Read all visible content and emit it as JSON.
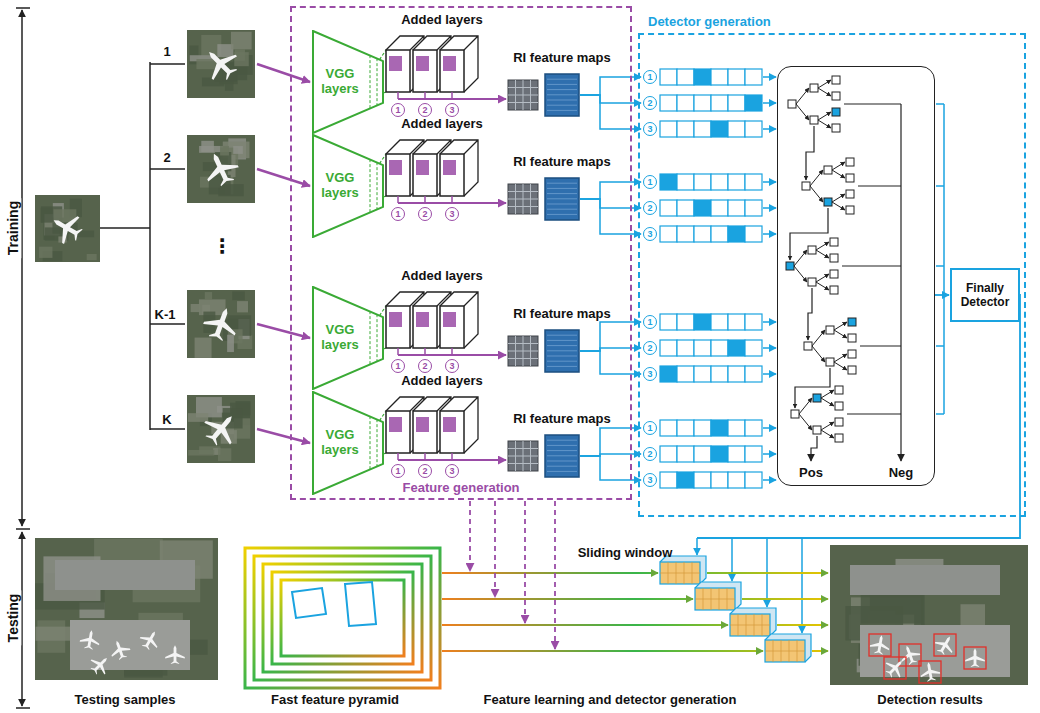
{
  "diagram": {
    "nodes": [
      {
        "text": [
          "Feature generation"
        ]
      },
      {
        "text": [
          "VGG layers"
        ],
        "in": 0
      },
      {
        "text": [
          "VGG layers"
        ],
        "in": 0
      },
      {
        "text": [
          "VGG layers"
        ],
        "in": 0
      },
      {
        "text": [
          "VGG layers"
        ],
        "in": 0
      },
      {
        "text": [
          "Detector generation"
        ]
      },
      {
        "text": [
          "Pos",
          "Neg"
        ],
        "in": 5
      },
      {
        "text": [
          "Finally Detector"
        ],
        "in": 5
      }
    ],
    "edges": [
      {
        "from": 6,
        "to": 7,
        "arrow": "to"
      }
    ],
    "labels": [
      "Training",
      "Testing",
      "1",
      "2",
      "⋮",
      "K-1",
      "K",
      "Added layers",
      "1",
      "2",
      "3",
      "RI feature maps",
      "Added layers",
      "1",
      "2",
      "3",
      "RI feature maps",
      "Added layers",
      "1",
      "2",
      "3",
      "RI feature maps",
      "Added layers",
      "1",
      "2",
      "3",
      "RI feature maps",
      "1",
      "2",
      "3",
      "1",
      "2",
      "3",
      "1",
      "2",
      "3",
      "1",
      "2",
      "3",
      "Sliding window",
      "Testing samples",
      "Fast feature pyramid",
      "Feature learning and detector generation",
      "Detection results"
    ]
  }
}
